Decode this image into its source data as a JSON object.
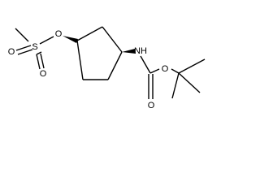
{
  "molecule": {
    "atoms": {
      "sulfur": "S",
      "ester_oxygen": "O",
      "sulfonyl_oxygen_top": "O",
      "sulfonyl_oxygen_bottom": "O",
      "amine_nitrogen": "NH",
      "carbonyl_oxygen": "O",
      "carbamate_oxygen": "O"
    },
    "stereo_bonds": {
      "ring_to_mesylate_oxygen": "wedge",
      "ring_to_nitrogen": "wedge"
    },
    "colors": {
      "bond": "#000000",
      "label": "#000000",
      "background": "#ffffff"
    }
  }
}
